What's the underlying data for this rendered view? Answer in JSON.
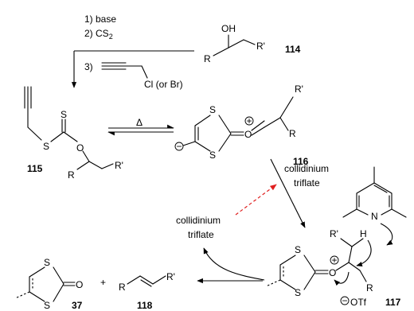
{
  "compound_labels": {
    "c114": "114",
    "c115": "115",
    "c116": "116",
    "c117": "117",
    "c37": "37",
    "c118": "118"
  },
  "conditions": {
    "step1": "1) base",
    "step2_prefix": "2) CS",
    "step2_sub": "2",
    "step3_prefix": "3)",
    "halide": "Cl (or Br)",
    "heat": "Δ",
    "reagent_upper_l1": "collidinium",
    "reagent_upper_l2": "triflate",
    "reagent_lower_l1": "collidinium",
    "reagent_lower_l2": "triflate",
    "plus": "+"
  },
  "atoms": {
    "oh": "OH",
    "r": "R",
    "r_prime": "R'",
    "s": "S",
    "o": "O",
    "n": "N",
    "h": "H",
    "otf": "OTf"
  },
  "charges": {
    "plus": "+",
    "minus": "−"
  }
}
